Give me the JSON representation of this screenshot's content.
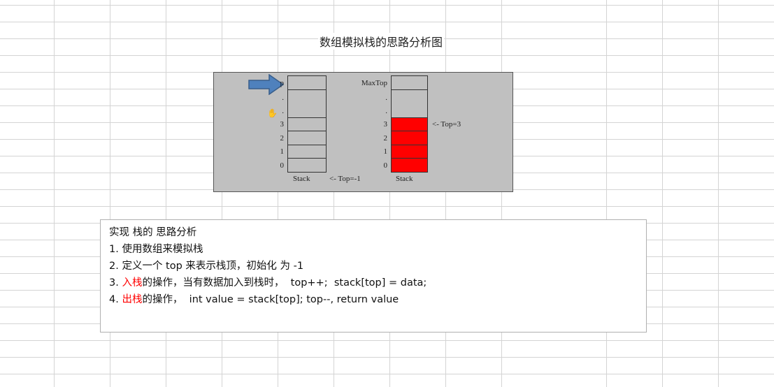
{
  "diagram_title": "数组模拟栈的思路分析图",
  "diagram": {
    "left_stack": {
      "labels": [
        "p",
        ".",
        ".",
        "3",
        "2",
        "1",
        "0"
      ],
      "caption": "Stack",
      "pointer": "<- Top=-1"
    },
    "right_stack": {
      "labels": [
        "MaxTop",
        ".",
        ".",
        "3",
        "2",
        "1",
        "0"
      ],
      "caption": "Stack",
      "pointer": "<- Top=3",
      "filled_color": "#ff0000"
    },
    "arrow_color": "#4f81bd"
  },
  "notes": {
    "heading": "实现 栈的 思路分析",
    "line1": "1. 使用数组来模拟栈",
    "line2": "2. 定义一个 top  来表示栈顶，初始化 为  -1",
    "line3_prefix": "3. ",
    "line3_highlight": "入栈",
    "line3_rest": "的操作，当有数据加入到栈时，  top++;  stack[top] = data;",
    "line4_prefix": "4. ",
    "line4_highlight": "出栈",
    "line4_rest": "的操作，  int value = stack[top]; top--, return value"
  }
}
